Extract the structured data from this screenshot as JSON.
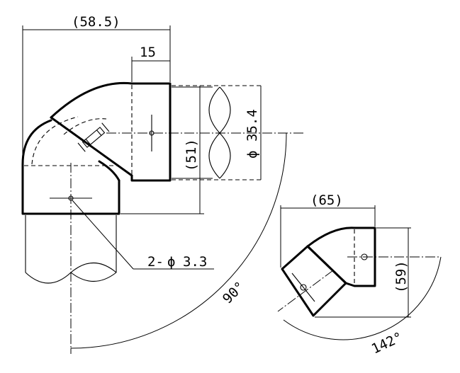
{
  "dimensions": {
    "width_main": "(58.5)",
    "socket_length": "15",
    "socket_height": "(51)",
    "outer_diameter": "35.4",
    "hole_callout": "2-",
    "hole_diameter": "3.3",
    "main_angle": "90°",
    "small_width": "(65)",
    "small_height": "(59)",
    "small_angle": "142°"
  },
  "symbols": {
    "diameter": "ϕ"
  },
  "colors": {
    "ink": "#000000",
    "paper": "#ffffff"
  }
}
